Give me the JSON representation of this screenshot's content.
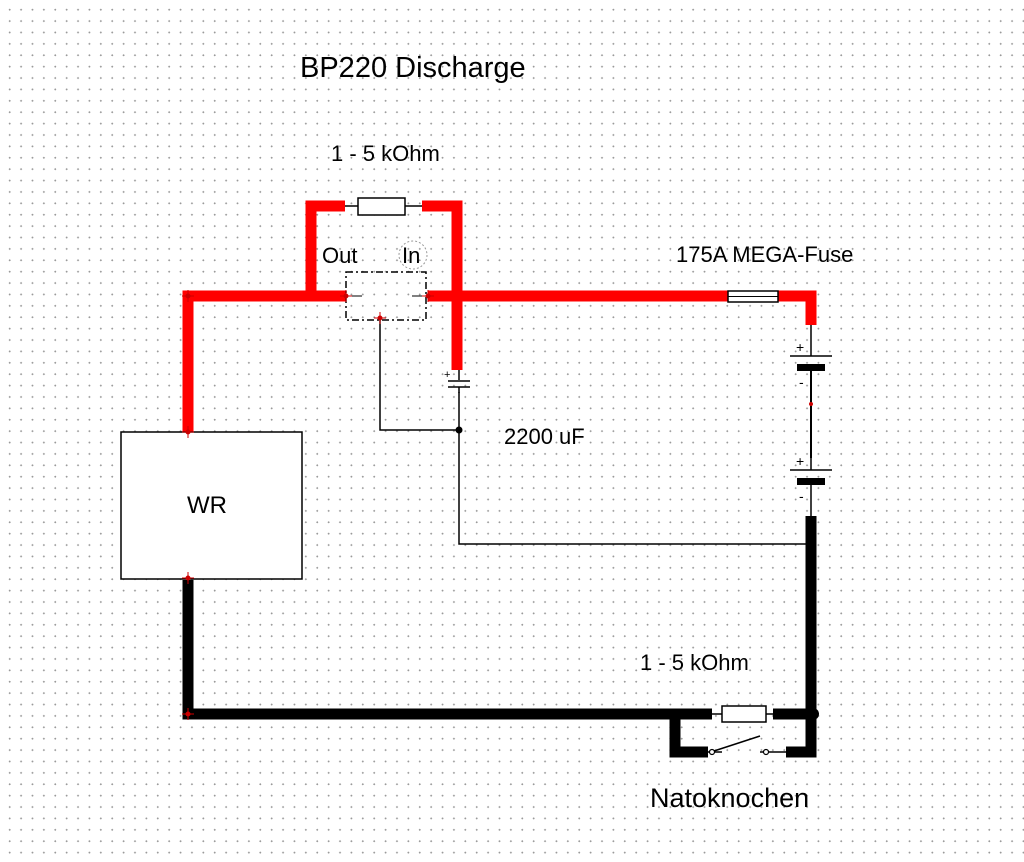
{
  "diagram": {
    "title": "BP220 Discharge",
    "labels": {
      "top_resistor": "1 - 5 kOhm",
      "out": "Out",
      "in": "In",
      "fuse": "175A MEGA-Fuse",
      "capacitor": "2200 uF",
      "inverter": "WR",
      "bottom_resistor": "1 - 5 kOhm",
      "switch": "Natoknochen"
    },
    "battery_polarity": {
      "plus": "+",
      "minus": "-"
    },
    "colors": {
      "positive_wire": "#ff0000",
      "negative_wire": "#000000",
      "signal_wire": "#000000",
      "node_marker": "#cc0000",
      "background": "#ffffff",
      "grid_dot": "#9a9a9a"
    }
  }
}
